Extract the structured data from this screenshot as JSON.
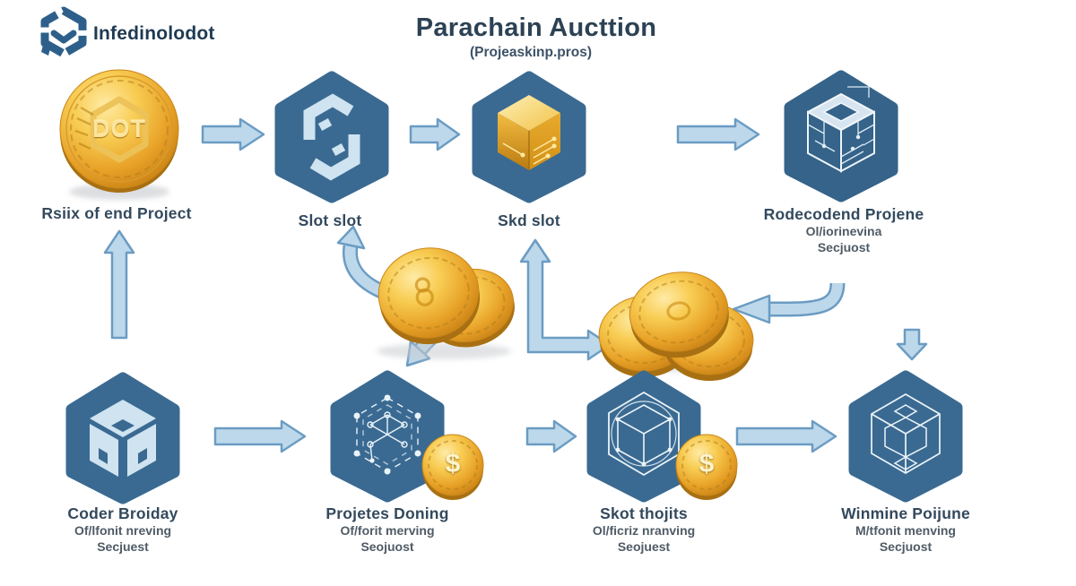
{
  "header": {
    "brand": "Infedinolodot",
    "title": "Parachain Aucttion",
    "subtitle": "(Projeaskinp.pros)"
  },
  "flow_top": {
    "dot_coin": {
      "coin_text": "DOT",
      "label": "Rsiix of end Project"
    },
    "slot": {
      "label": "Slot slot"
    },
    "skd": {
      "label": "Skd slot"
    },
    "rodecodend": {
      "label": "Rodecodend Projene",
      "subline1": "Ol/iorinevina",
      "subline2": "Secjuost"
    }
  },
  "flow_bottom": {
    "coder": {
      "label": "Coder Broiday",
      "subline1": "Of/lfonit nreving",
      "subline2": "Secjuest"
    },
    "projetes": {
      "label": "Projetes Doning",
      "subline1": "Of/forit merving",
      "subline2": "Seojuost",
      "coin_symbol": "$"
    },
    "skot": {
      "label": "Skot thojits",
      "subline1": "Ol/ficriz nranving",
      "subline2": "Seojuest",
      "coin_symbol": "$"
    },
    "winmine": {
      "label": "Winmine Poijune",
      "subline1": "M/tfonit menving",
      "subline2": "Secjuost"
    }
  },
  "colors": {
    "hexagon": "#3a6a92",
    "arrow_fill": "#bdd8eb",
    "arrow_stroke": "#6b9cc3",
    "gold": "#f2b63c",
    "text_dark": "#2c4254",
    "text_sub": "#4f5b66"
  }
}
